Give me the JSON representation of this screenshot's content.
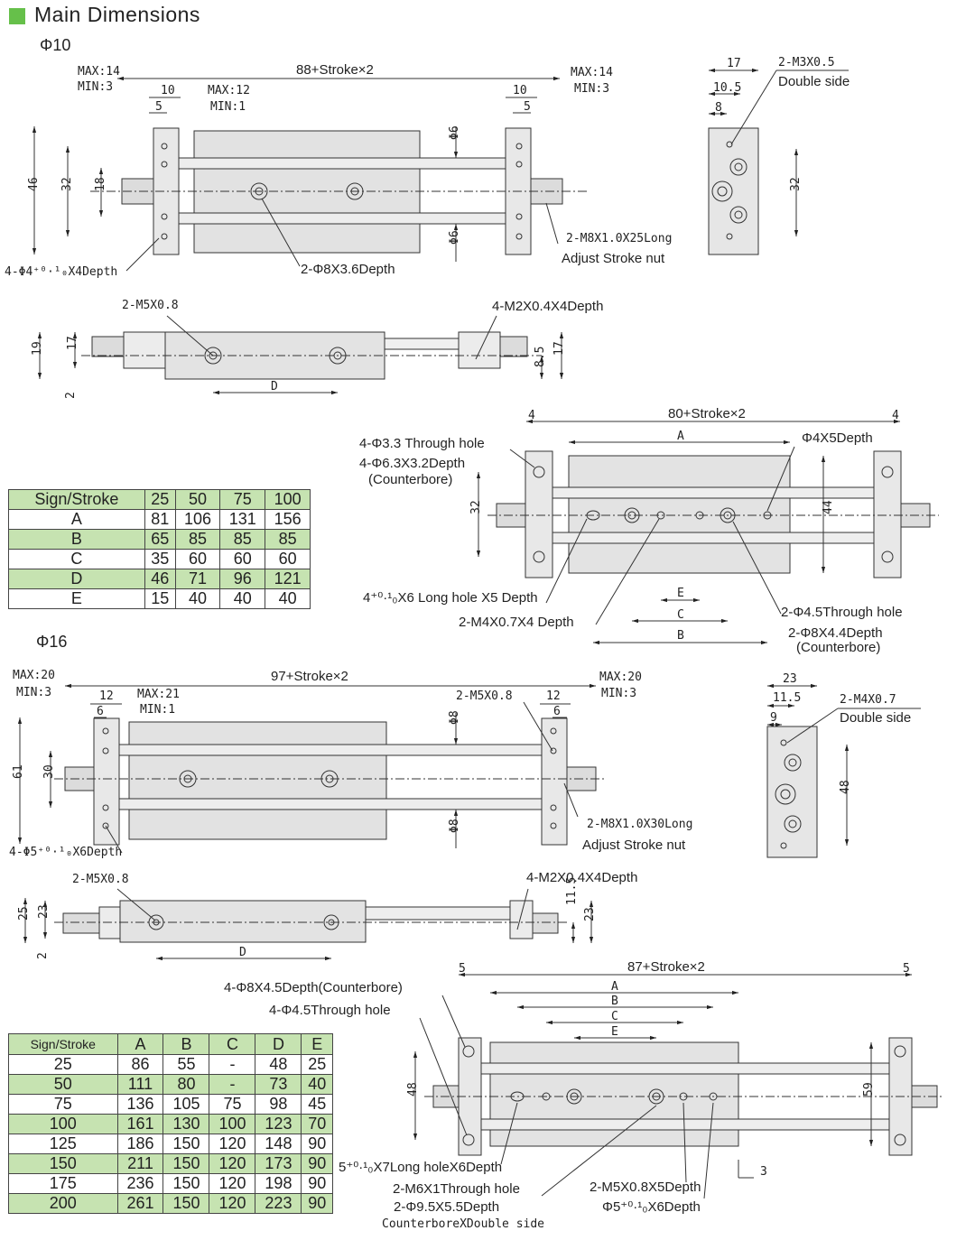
{
  "header": {
    "title": "Main Dimensions",
    "accent": "#66c04a"
  },
  "section10": {
    "label": "Φ10",
    "top": {
      "left_max": "MAX:14",
      "left_min": "MIN:3",
      "total": "88+Stroke×2",
      "d10": "10",
      "d5": "5",
      "inner_max": "MAX:12",
      "inner_min": "MIN:1",
      "right_max": "MAX:14",
      "right_min": "MIN:3",
      "h46": "46",
      "h32": "32",
      "h18": "18",
      "phi6_top": "Φ6",
      "phi6_bot": "Φ6",
      "holes_left": "4-Φ4⁺⁰·¹₀X4Depth",
      "holes_mid": "2-Φ8X3.6Depth",
      "nut_1": "2-M8X1.0X25Long",
      "nut_2": "Adjust Stroke nut"
    },
    "side": {
      "w17": "17",
      "w10_5": "10.5",
      "w8": "8",
      "h32": "32",
      "thread": "2-M3X0.5",
      "double": "Double side"
    },
    "front": {
      "m5": "2-M5X0.8",
      "m2": "4-M2X0.4X4Depth",
      "h19": "19",
      "h17": "17",
      "h2": "2",
      "D": "D",
      "h8_5": "8.5",
      "h17r": "17"
    },
    "bottom": {
      "d4l": "4",
      "total": "80+Stroke×2",
      "d4r": "4",
      "A": "A",
      "phi4": "Φ4X5Depth",
      "through": "4-Φ3.3 Through hole",
      "cbore1": "4-Φ6.3X3.2Depth",
      "cbore2": "(Counterbore)",
      "h32": "32",
      "h44": "44",
      "long": "4⁺⁰·¹₀X6 Long hole X5 Depth",
      "m4": "2-M4X0.7X4 Depth",
      "E": "E",
      "C": "C",
      "B": "B",
      "through2": "2-Φ4.5Through hole",
      "cb2a": "2-Φ8X4.4Depth",
      "cb2b": "(Counterbore)"
    }
  },
  "table10": {
    "headers": [
      "Sign/Stroke",
      "25",
      "50",
      "75",
      "100"
    ],
    "rows": [
      [
        "A",
        "81",
        "106",
        "131",
        "156"
      ],
      [
        "B",
        "65",
        "85",
        "85",
        "85"
      ],
      [
        "C",
        "35",
        "60",
        "60",
        "60"
      ],
      [
        "D",
        "46",
        "71",
        "96",
        "121"
      ],
      [
        "E",
        "15",
        "40",
        "40",
        "40"
      ]
    ]
  },
  "section16": {
    "label": "Φ16",
    "top": {
      "left_max": "MAX:20",
      "left_min": "MIN:3",
      "total": "97+Stroke×2",
      "d12": "12",
      "d6": "6",
      "inner_max": "MAX:21",
      "inner_min": "MIN:1",
      "m5": "2-M5X0.8",
      "d12r": "12",
      "d6r": "6",
      "right_max": "MAX:20",
      "right_min": "MIN:3",
      "h61": "61",
      "h30": "30",
      "phi8_top": "Φ8",
      "phi8_bot": "Φ8",
      "holes_left": "4-Φ5⁺⁰·¹₀X6Depth",
      "nut_1": "2-M8X1.0X30Long",
      "nut_2": "Adjust Stroke nut"
    },
    "side": {
      "w23": "23",
      "w11_5": "11.5",
      "w9": "9",
      "h48": "48",
      "thread": "2-M4X0.7",
      "double": "Double side"
    },
    "front": {
      "m5": "2-M5X0.8",
      "m2": "4-M2X0.4X4Depth",
      "h25": "25",
      "h23": "23",
      "h2": "2",
      "D": "D",
      "h11_5": "11.5",
      "h23r": "23"
    },
    "bottom": {
      "d5l": "5",
      "total": "87+Stroke×2",
      "d5r": "5",
      "cbore": "4-Φ8X4.5Depth(Counterbore)",
      "through": "4-Φ4.5Through hole",
      "A": "A",
      "B": "B",
      "C": "C",
      "E": "E",
      "h48": "48",
      "h59": "59",
      "long": "5⁺⁰·¹₀X7Long holeX6Depth",
      "through2": "2-M6X1Through hole",
      "cb2": "2-Φ9.5X5.5Depth",
      "cb3": "CounterboreXDouble side",
      "m5d": "2-M5X0.8X5Depth",
      "phi5": "Φ5⁺⁰·¹₀X6Depth",
      "d3": "3"
    }
  },
  "table16": {
    "headers": [
      "Sign/Stroke",
      "A",
      "B",
      "C",
      "D",
      "E"
    ],
    "rows": [
      [
        "25",
        "86",
        "55",
        "-",
        "48",
        "25"
      ],
      [
        "50",
        "111",
        "80",
        "-",
        "73",
        "40"
      ],
      [
        "75",
        "136",
        "105",
        "75",
        "98",
        "45"
      ],
      [
        "100",
        "161",
        "130",
        "100",
        "123",
        "70"
      ],
      [
        "125",
        "186",
        "150",
        "120",
        "148",
        "90"
      ],
      [
        "150",
        "211",
        "150",
        "120",
        "173",
        "90"
      ],
      [
        "175",
        "236",
        "150",
        "120",
        "198",
        "90"
      ],
      [
        "200",
        "261",
        "150",
        "120",
        "223",
        "90"
      ]
    ]
  }
}
